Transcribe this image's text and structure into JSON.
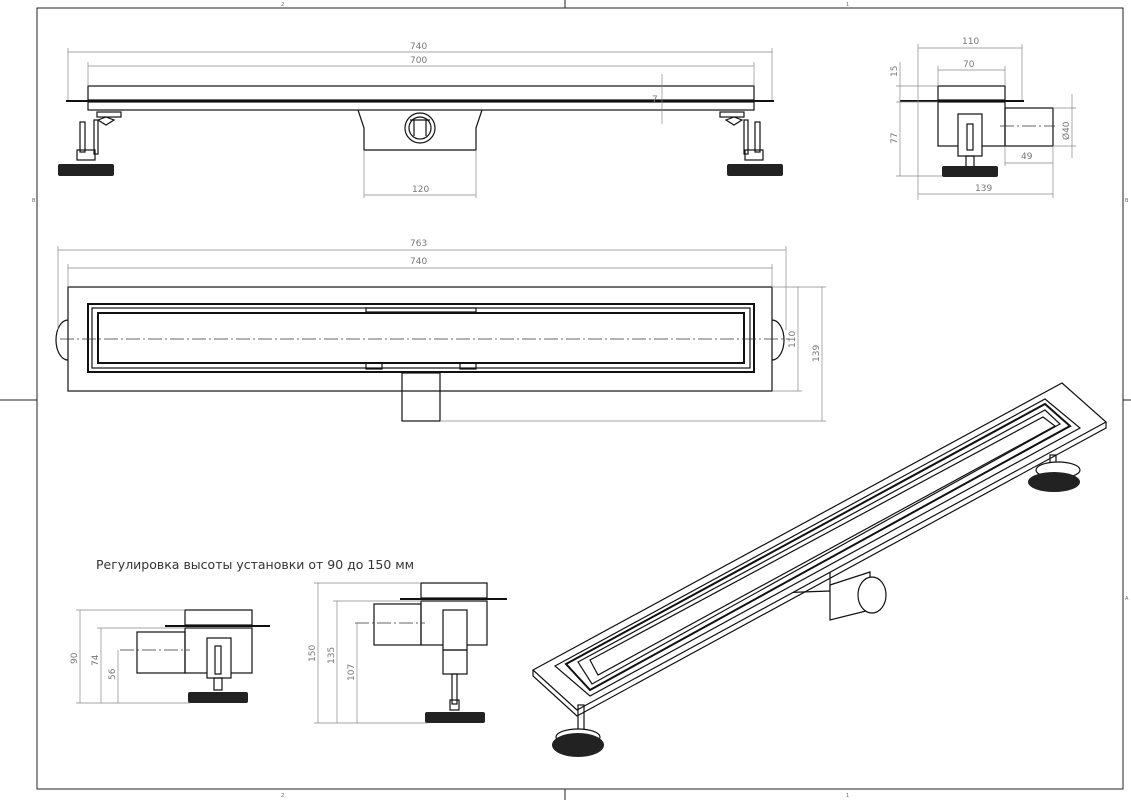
{
  "note": "Регулировка высоты установки от 90 до 150 мм",
  "frame": {
    "zone_labels": {
      "top_left": "2",
      "top_right": "1",
      "left": "B",
      "right_top": "B",
      "right_bottom": "A",
      "bottom_left": "2",
      "bottom_right": "1"
    }
  },
  "front_view": {
    "overall_width": "740",
    "grate_width": "700",
    "outlet_width": "120",
    "frame_height": "7"
  },
  "side_view": {
    "overall_width": "110",
    "grate_width": "70",
    "grate_height": "15",
    "body_height": "77",
    "outlet_diameter": "Ø40",
    "outlet_length": "49",
    "total_depth": "139"
  },
  "top_view": {
    "overall_length": "763",
    "body_length": "740",
    "channel_width": "110",
    "overall_width": "139"
  },
  "min_height_view": {
    "total": "90",
    "flange": "74",
    "outlet_axis": "56"
  },
  "max_height_view": {
    "total": "150",
    "flange": "135",
    "outlet_axis": "107"
  }
}
